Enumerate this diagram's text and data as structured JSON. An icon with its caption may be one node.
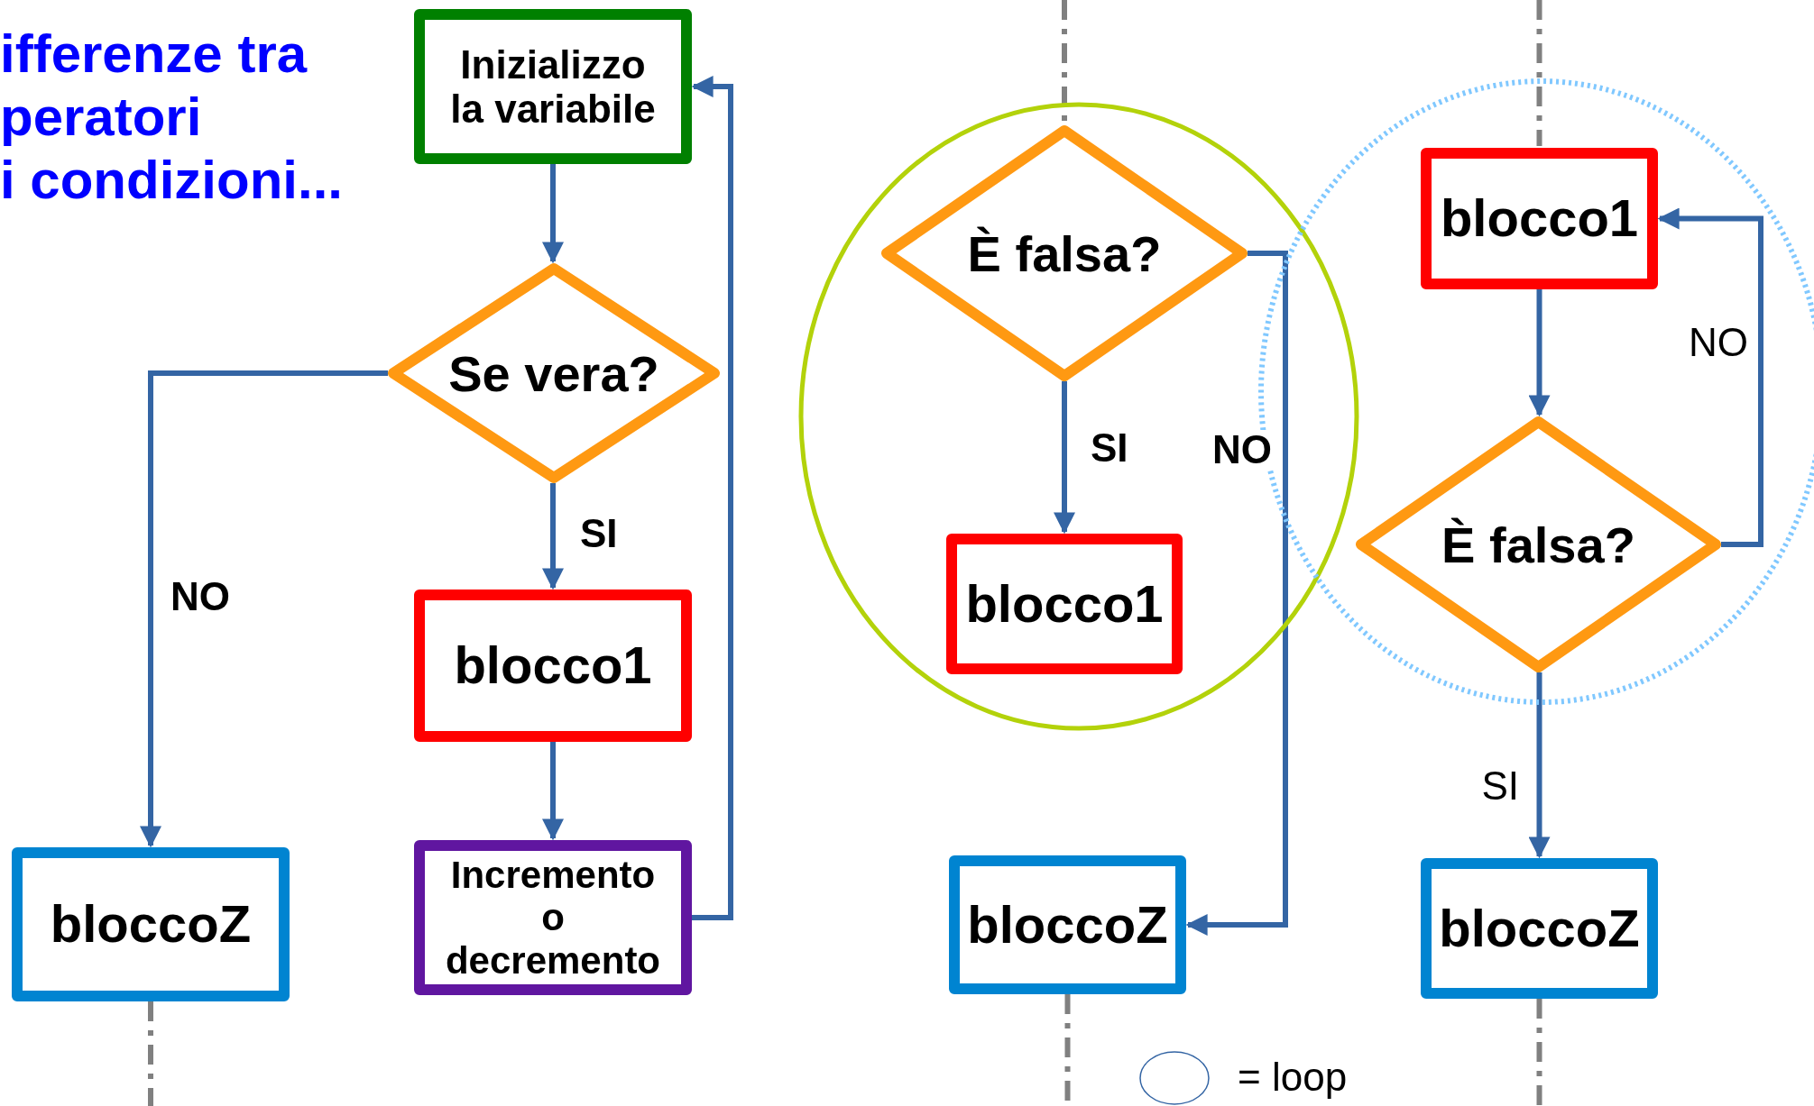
{
  "diagram": {
    "nodes": [
      {
        "text": [
          "Inizializzo la variabile"
        ]
      },
      {
        "text": [
          "Se vera?"
        ]
      },
      {
        "text": [
          "blocco1"
        ]
      },
      {
        "text": [
          "Incremento o decremento"
        ]
      },
      {
        "text": [
          "bloccoZ"
        ]
      },
      {
        "text": [],
        "shape": "circle"
      },
      {
        "text": [
          "È falsa?"
        ],
        "in": 5
      },
      {
        "text": [
          "blocco1"
        ],
        "in": 5
      },
      {
        "text": [
          "bloccoZ"
        ]
      },
      {
        "text": [],
        "shape": "circle"
      },
      {
        "text": [
          "blocco1"
        ],
        "in": 9
      },
      {
        "text": [
          "È falsa?"
        ],
        "in": 9
      },
      {
        "text": [
          "bloccoZ"
        ]
      }
    ],
    "edges": [
      {
        "from": 0,
        "to": 1,
        "arrow": "to"
      },
      {
        "from": 1,
        "to": 2,
        "arrow": "to",
        "label": "SI"
      },
      {
        "from": 2,
        "to": 3,
        "arrow": "to"
      },
      {
        "from": 3,
        "to": 0,
        "arrow": "to"
      },
      {
        "from": 1,
        "to": 4,
        "arrow": "to",
        "label": "NO"
      },
      {
        "from": null,
        "to": 6,
        "arrow": "none",
        "style": "dashed",
        "color": "#808080"
      },
      {
        "from": 6,
        "to": 7,
        "arrow": "to",
        "label": "SI"
      },
      {
        "from": 6,
        "to": 8,
        "arrow": "to",
        "label": "NO"
      },
      {
        "from": null,
        "to": 10,
        "arrow": "none",
        "style": "dashed",
        "color": "#808080"
      },
      {
        "from": 10,
        "to": 11,
        "arrow": "to"
      },
      {
        "from": 11,
        "to": 10,
        "arrow": "to",
        "label": "NO"
      },
      {
        "from": 11,
        "to": 12,
        "arrow": "to",
        "label": "SI"
      },
      {
        "from": 4,
        "to": null,
        "arrow": "none",
        "style": "dashed",
        "color": "#808080"
      },
      {
        "from": 8,
        "to": null,
        "arrow": "none",
        "style": "dashed",
        "color": "#808080"
      },
      {
        "from": 12,
        "to": null,
        "arrow": "none",
        "style": "dashed",
        "color": "#808080"
      }
    ],
    "labels": [
      "ifferenze tra",
      "peratori",
      "i condizioni..."
    ],
    "legend": [
      {
        "text": "= loop"
      }
    ]
  }
}
